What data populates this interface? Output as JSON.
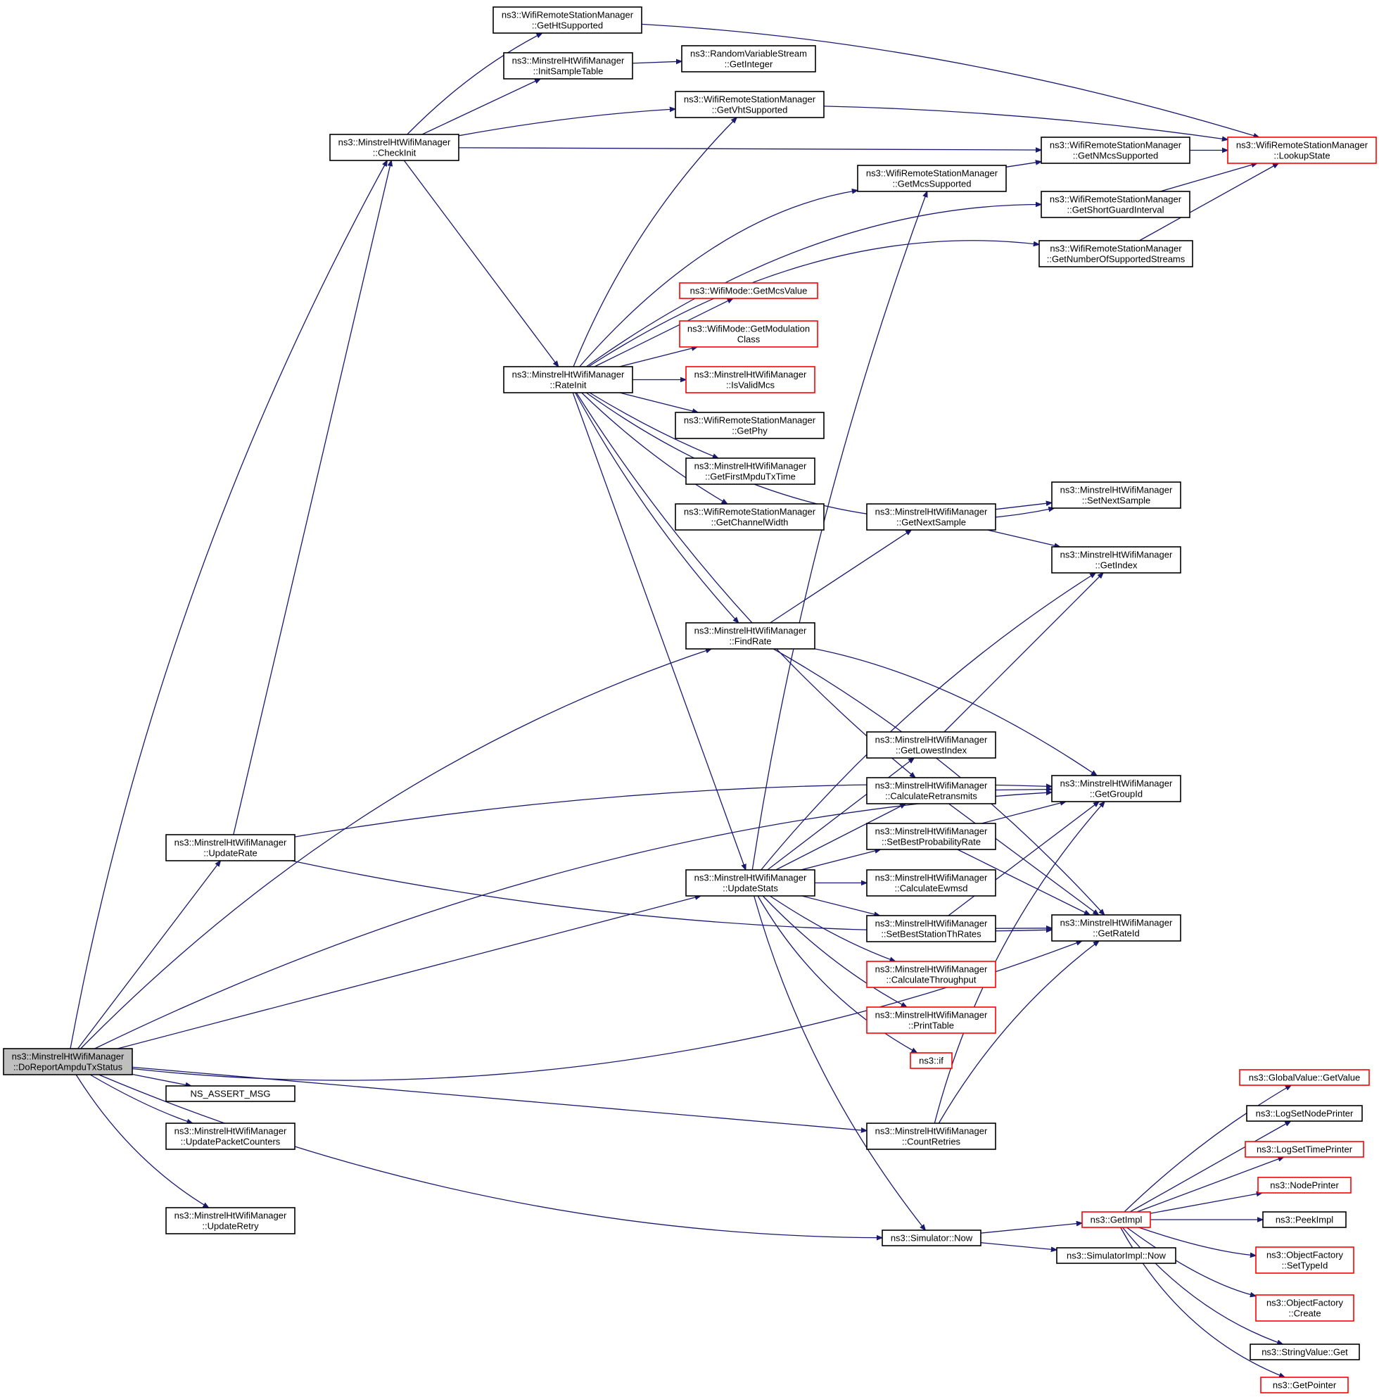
{
  "colors": {
    "edge": "#191970",
    "normal_border": "#000000",
    "incomplete_border": "#ff0000",
    "root_fill": "#bfbfbf",
    "node_fill": "#ffffff"
  },
  "nodes": [
    {
      "id": "root",
      "lines": [
        "ns3::MinstrelHtWifiManager",
        "::DoReportAmpduTxStatus"
      ],
      "style": "root"
    },
    {
      "id": "checkinit",
      "lines": [
        "ns3::MinstrelHtWifiManager",
        "::CheckInit"
      ],
      "style": "normal"
    },
    {
      "id": "updaterate",
      "lines": [
        "ns3::MinstrelHtWifiManager",
        "::UpdateRate"
      ],
      "style": "normal"
    },
    {
      "id": "nsassert",
      "lines": [
        "NS_ASSERT_MSG"
      ],
      "style": "normal"
    },
    {
      "id": "updatepkt",
      "lines": [
        "ns3::MinstrelHtWifiManager",
        "::UpdatePacketCounters"
      ],
      "style": "normal"
    },
    {
      "id": "updateretry",
      "lines": [
        "ns3::MinstrelHtWifiManager",
        "::UpdateRetry"
      ],
      "style": "normal"
    },
    {
      "id": "getht",
      "lines": [
        "ns3::WifiRemoteStationManager",
        "::GetHtSupported"
      ],
      "style": "normal"
    },
    {
      "id": "initsample",
      "lines": [
        "ns3::MinstrelHtWifiManager",
        "::InitSampleTable"
      ],
      "style": "normal"
    },
    {
      "id": "rateinit",
      "lines": [
        "ns3::MinstrelHtWifiManager",
        "::RateInit"
      ],
      "style": "normal"
    },
    {
      "id": "getinteger",
      "lines": [
        "ns3::RandomVariableStream",
        "::GetInteger"
      ],
      "style": "normal"
    },
    {
      "id": "getvht",
      "lines": [
        "ns3::WifiRemoteStationManager",
        "::GetVhtSupported"
      ],
      "style": "normal"
    },
    {
      "id": "getmcsvalue",
      "lines": [
        "ns3::WifiMode::GetMcsValue"
      ],
      "style": "incomplete"
    },
    {
      "id": "getmodclass",
      "lines": [
        "ns3::WifiMode::GetModulation",
        "Class"
      ],
      "style": "incomplete"
    },
    {
      "id": "isvalidmcs",
      "lines": [
        "ns3::MinstrelHtWifiManager",
        "::IsValidMcs"
      ],
      "style": "incomplete"
    },
    {
      "id": "getphy",
      "lines": [
        "ns3::WifiRemoteStationManager",
        "::GetPhy"
      ],
      "style": "normal"
    },
    {
      "id": "getfirstmpdu",
      "lines": [
        "ns3::MinstrelHtWifiManager",
        "::GetFirstMpduTxTime"
      ],
      "style": "normal"
    },
    {
      "id": "getchanwidth",
      "lines": [
        "ns3::WifiRemoteStationManager",
        "::GetChannelWidth"
      ],
      "style": "normal"
    },
    {
      "id": "findrate",
      "lines": [
        "ns3::MinstrelHtWifiManager",
        "::FindRate"
      ],
      "style": "normal"
    },
    {
      "id": "updatestats",
      "lines": [
        "ns3::MinstrelHtWifiManager",
        "::UpdateStats"
      ],
      "style": "normal"
    },
    {
      "id": "getmcssup",
      "lines": [
        "ns3::WifiRemoteStationManager",
        "::GetMcsSupported"
      ],
      "style": "normal"
    },
    {
      "id": "getnextsample",
      "lines": [
        "ns3::MinstrelHtWifiManager",
        "::GetNextSample"
      ],
      "style": "normal"
    },
    {
      "id": "getlowest",
      "lines": [
        "ns3::MinstrelHtWifiManager",
        "::GetLowestIndex"
      ],
      "style": "normal"
    },
    {
      "id": "calcretrans",
      "lines": [
        "ns3::MinstrelHtWifiManager",
        "::CalculateRetransmits"
      ],
      "style": "normal"
    },
    {
      "id": "setbestprob",
      "lines": [
        "ns3::MinstrelHtWifiManager",
        "::SetBestProbabilityRate"
      ],
      "style": "normal"
    },
    {
      "id": "calcewmsd",
      "lines": [
        "ns3::MinstrelHtWifiManager",
        "::CalculateEwmsd"
      ],
      "style": "normal"
    },
    {
      "id": "setbestth",
      "lines": [
        "ns3::MinstrelHtWifiManager",
        "::SetBestStationThRates"
      ],
      "style": "normal"
    },
    {
      "id": "calcthroughput",
      "lines": [
        "ns3::MinstrelHtWifiManager",
        "::CalculateThroughput"
      ],
      "style": "incomplete"
    },
    {
      "id": "printtable",
      "lines": [
        "ns3::MinstrelHtWifiManager",
        "::PrintTable"
      ],
      "style": "incomplete"
    },
    {
      "id": "nsif",
      "lines": [
        "ns3::if"
      ],
      "style": "incomplete"
    },
    {
      "id": "countretries",
      "lines": [
        "ns3::MinstrelHtWifiManager",
        "::CountRetries"
      ],
      "style": "normal"
    },
    {
      "id": "simnow",
      "lines": [
        "ns3::Simulator::Now"
      ],
      "style": "normal"
    },
    {
      "id": "getnmcs",
      "lines": [
        "ns3::WifiRemoteStationManager",
        "::GetNMcsSupported"
      ],
      "style": "normal"
    },
    {
      "id": "getsgi",
      "lines": [
        "ns3::WifiRemoteStationManager",
        "::GetShortGuardInterval"
      ],
      "style": "normal"
    },
    {
      "id": "getnss",
      "lines": [
        "ns3::WifiRemoteStationManager",
        "::GetNumberOfSupportedStreams"
      ],
      "style": "normal"
    },
    {
      "id": "setnextsample",
      "lines": [
        "ns3::MinstrelHtWifiManager",
        "::SetNextSample"
      ],
      "style": "normal"
    },
    {
      "id": "getindex",
      "lines": [
        "ns3::MinstrelHtWifiManager",
        "::GetIndex"
      ],
      "style": "normal"
    },
    {
      "id": "getgroupid",
      "lines": [
        "ns3::MinstrelHtWifiManager",
        "::GetGroupId"
      ],
      "style": "normal"
    },
    {
      "id": "getrateid",
      "lines": [
        "ns3::MinstrelHtWifiManager",
        "::GetRateId"
      ],
      "style": "normal"
    },
    {
      "id": "lookupstate",
      "lines": [
        "ns3::WifiRemoteStationManager",
        "::LookupState"
      ],
      "style": "incomplete"
    },
    {
      "id": "getimpl",
      "lines": [
        "ns3::GetImpl"
      ],
      "style": "incomplete"
    },
    {
      "id": "simimplnow",
      "lines": [
        "ns3::SimulatorImpl::Now"
      ],
      "style": "normal"
    },
    {
      "id": "gvgetvalue",
      "lines": [
        "ns3::GlobalValue::GetValue"
      ],
      "style": "incomplete"
    },
    {
      "id": "logsetnode",
      "lines": [
        "ns3::LogSetNodePrinter"
      ],
      "style": "normal"
    },
    {
      "id": "logsettime",
      "lines": [
        "ns3::LogSetTimePrinter"
      ],
      "style": "incomplete"
    },
    {
      "id": "nodeprinter",
      "lines": [
        "ns3::NodePrinter"
      ],
      "style": "incomplete"
    },
    {
      "id": "peekimpl",
      "lines": [
        "ns3::PeekImpl"
      ],
      "style": "normal"
    },
    {
      "id": "ofsettypeid",
      "lines": [
        "ns3::ObjectFactory",
        "::SetTypeId"
      ],
      "style": "incomplete"
    },
    {
      "id": "ofcreate",
      "lines": [
        "ns3::ObjectFactory",
        "::Create"
      ],
      "style": "incomplete"
    },
    {
      "id": "svget",
      "lines": [
        "ns3::StringValue::Get"
      ],
      "style": "normal"
    },
    {
      "id": "getpointer",
      "lines": [
        "ns3::GetPointer"
      ],
      "style": "incomplete"
    }
  ],
  "edges": [
    [
      "root",
      "checkinit"
    ],
    [
      "root",
      "updaterate"
    ],
    [
      "root",
      "nsassert"
    ],
    [
      "root",
      "updatepkt"
    ],
    [
      "root",
      "updateretry"
    ],
    [
      "root",
      "findrate"
    ],
    [
      "root",
      "updatestats"
    ],
    [
      "root",
      "countretries"
    ],
    [
      "root",
      "simnow"
    ],
    [
      "root",
      "getgroupid"
    ],
    [
      "root",
      "getrateid"
    ],
    [
      "checkinit",
      "getht"
    ],
    [
      "checkinit",
      "initsample"
    ],
    [
      "checkinit",
      "getvht"
    ],
    [
      "checkinit",
      "getnmcs"
    ],
    [
      "checkinit",
      "rateinit"
    ],
    [
      "updaterate",
      "checkinit"
    ],
    [
      "updaterate",
      "getgroupid"
    ],
    [
      "updaterate",
      "getrateid"
    ],
    [
      "initsample",
      "getinteger"
    ],
    [
      "getht",
      "lookupstate"
    ],
    [
      "getvht",
      "lookupstate"
    ],
    [
      "getnmcs",
      "lookupstate"
    ],
    [
      "getsgi",
      "lookupstate"
    ],
    [
      "getnss",
      "lookupstate"
    ],
    [
      "getmcssup",
      "getnmcs"
    ],
    [
      "rateinit",
      "getvht"
    ],
    [
      "rateinit",
      "getmcssup"
    ],
    [
      "rateinit",
      "getsgi"
    ],
    [
      "rateinit",
      "getnss"
    ],
    [
      "rateinit",
      "getmcsvalue"
    ],
    [
      "rateinit",
      "getmodclass"
    ],
    [
      "rateinit",
      "isvalidmcs"
    ],
    [
      "rateinit",
      "getphy"
    ],
    [
      "rateinit",
      "getfirstmpdu"
    ],
    [
      "rateinit",
      "getchanwidth"
    ],
    [
      "rateinit",
      "setnextsample"
    ],
    [
      "rateinit",
      "findrate"
    ],
    [
      "rateinit",
      "calcretrans"
    ],
    [
      "rateinit",
      "updatestats"
    ],
    [
      "findrate",
      "getnextsample"
    ],
    [
      "findrate",
      "getgroupid"
    ],
    [
      "findrate",
      "getrateid"
    ],
    [
      "getnextsample",
      "setnextsample"
    ],
    [
      "getnextsample",
      "getindex"
    ],
    [
      "updatestats",
      "getmcssup"
    ],
    [
      "updatestats",
      "getindex"
    ],
    [
      "updatestats",
      "getlowest"
    ],
    [
      "updatestats",
      "calcretrans"
    ],
    [
      "updatestats",
      "setbestprob"
    ],
    [
      "updatestats",
      "calcewmsd"
    ],
    [
      "updatestats",
      "setbestth"
    ],
    [
      "updatestats",
      "calcthroughput"
    ],
    [
      "updatestats",
      "printtable"
    ],
    [
      "updatestats",
      "nsif"
    ],
    [
      "updatestats",
      "simnow"
    ],
    [
      "getlowest",
      "getindex"
    ],
    [
      "calcretrans",
      "getgroupid"
    ],
    [
      "calcretrans",
      "getrateid"
    ],
    [
      "setbestprob",
      "getgroupid"
    ],
    [
      "setbestprob",
      "getrateid"
    ],
    [
      "setbestth",
      "getgroupid"
    ],
    [
      "setbestth",
      "getrateid"
    ],
    [
      "countretries",
      "getgroupid"
    ],
    [
      "countretries",
      "getrateid"
    ],
    [
      "simnow",
      "getimpl"
    ],
    [
      "simnow",
      "simimplnow"
    ],
    [
      "getimpl",
      "gvgetvalue"
    ],
    [
      "getimpl",
      "logsetnode"
    ],
    [
      "getimpl",
      "logsettime"
    ],
    [
      "getimpl",
      "nodeprinter"
    ],
    [
      "getimpl",
      "peekimpl"
    ],
    [
      "getimpl",
      "ofsettypeid"
    ],
    [
      "getimpl",
      "ofcreate"
    ],
    [
      "getimpl",
      "svget"
    ],
    [
      "getimpl",
      "getpointer"
    ]
  ]
}
